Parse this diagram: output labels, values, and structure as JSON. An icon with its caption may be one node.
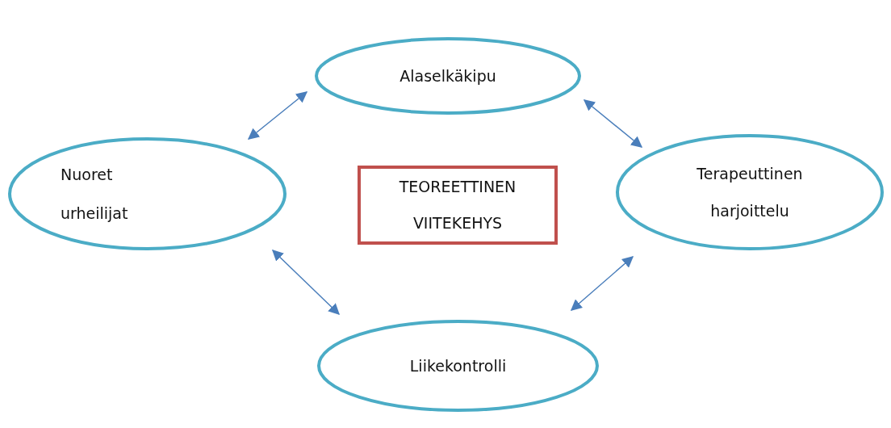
{
  "diagram": {
    "nodes": [
      {
        "text": [
          "Alaselkäkipu"
        ]
      },
      {
        "text": [
          "Nuoret urheilijat"
        ]
      },
      {
        "text": [
          "TEOREETTINEN VIITEKEHYS"
        ]
      },
      {
        "text": [
          "Terapeuttinen harjoittelu"
        ]
      },
      {
        "text": [
          "Liikekontrolli"
        ]
      }
    ],
    "edges": [
      {
        "from": 1,
        "to": 0,
        "arrow": "both"
      },
      {
        "from": 0,
        "to": 3,
        "arrow": "both"
      },
      {
        "from": 1,
        "to": 4,
        "arrow": "both"
      },
      {
        "from": 3,
        "to": 4,
        "arrow": "both"
      }
    ]
  }
}
